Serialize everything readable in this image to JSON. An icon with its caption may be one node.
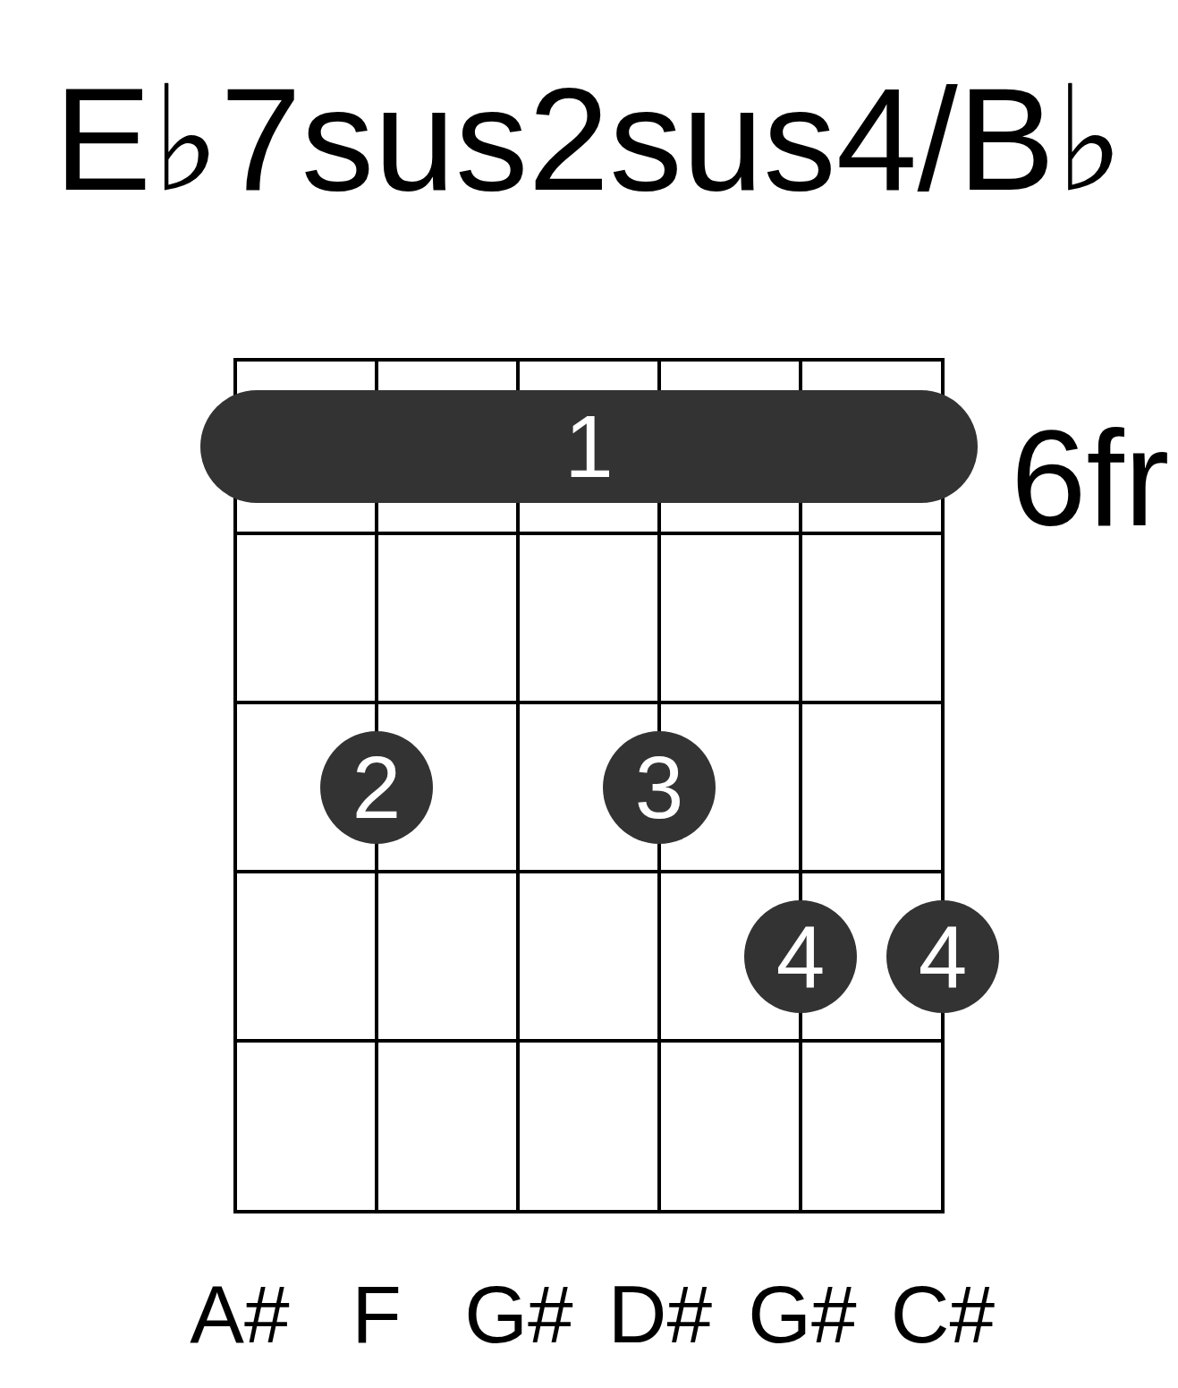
{
  "diagram": {
    "title": "E♭7sus2sus4/B♭",
    "nodes": [
      {
        "text": [
          "1"
        ]
      },
      {
        "text": [
          "2"
        ]
      },
      {
        "text": [
          "3"
        ]
      },
      {
        "text": [
          "4"
        ]
      },
      {
        "text": [
          "4"
        ]
      }
    ],
    "labels": [
      "6fr",
      "A#",
      "F",
      "G#",
      "D#",
      "G#",
      "C#"
    ]
  }
}
